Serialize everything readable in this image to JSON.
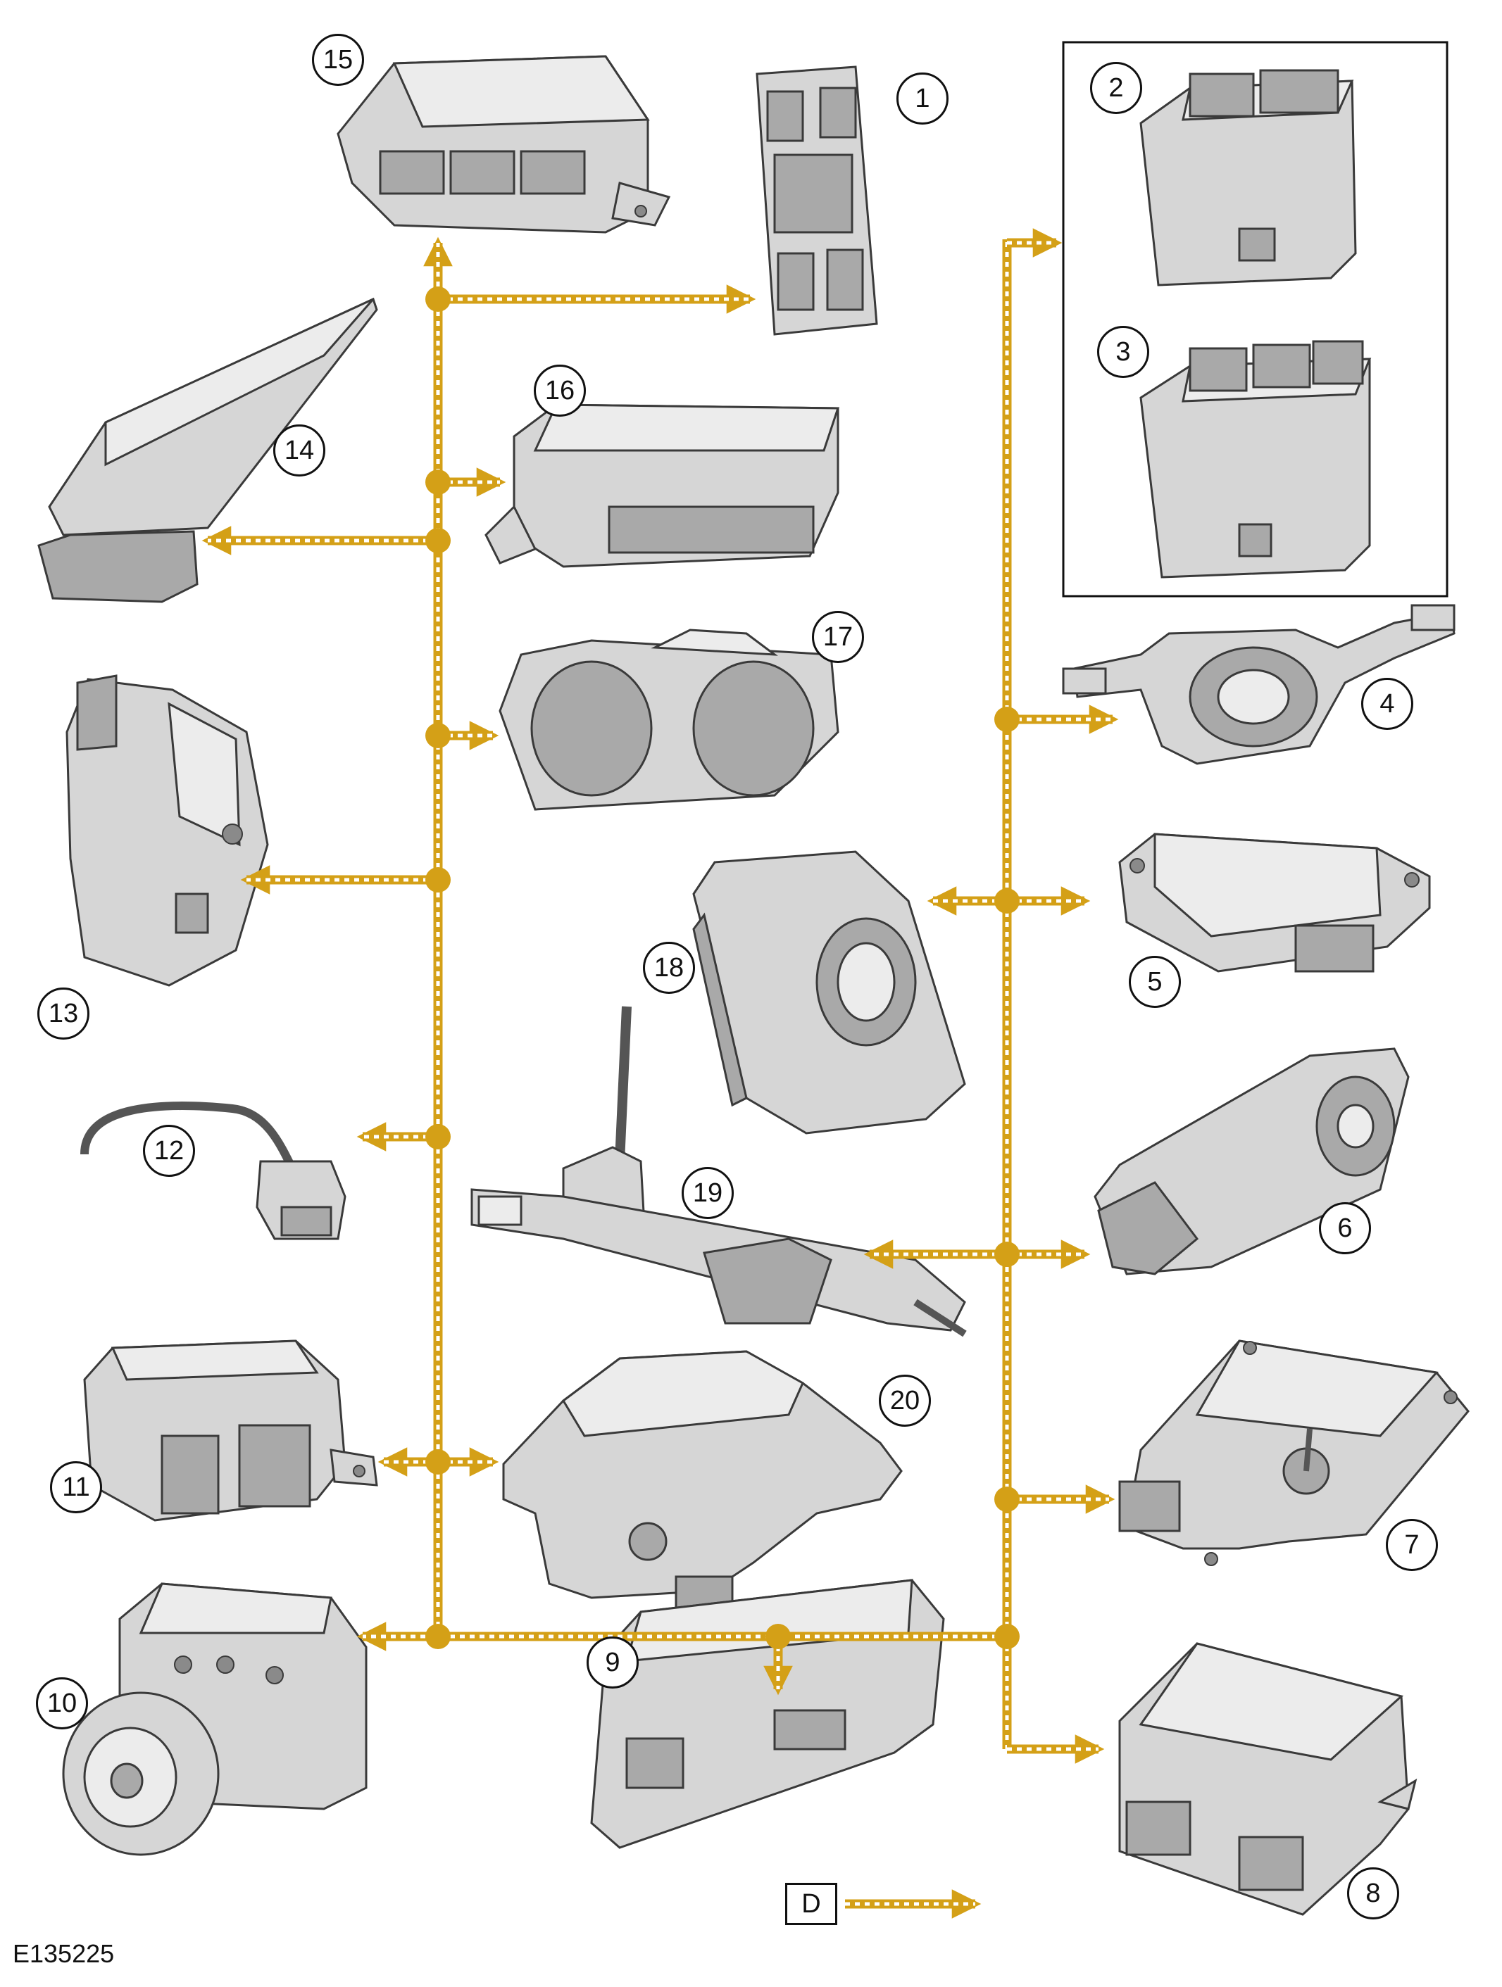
{
  "figure_id": "E135225",
  "key_label": "D",
  "callouts": [
    {
      "id": "1",
      "text": "1"
    },
    {
      "id": "2",
      "text": "2"
    },
    {
      "id": "3",
      "text": "3"
    },
    {
      "id": "4",
      "text": "4"
    },
    {
      "id": "5",
      "text": "5"
    },
    {
      "id": "6",
      "text": "6"
    },
    {
      "id": "7",
      "text": "7"
    },
    {
      "id": "8",
      "text": "8"
    },
    {
      "id": "9",
      "text": "9"
    },
    {
      "id": "10",
      "text": "10"
    },
    {
      "id": "11",
      "text": "11"
    },
    {
      "id": "12",
      "text": "12"
    },
    {
      "id": "13",
      "text": "13"
    },
    {
      "id": "14",
      "text": "14"
    },
    {
      "id": "15",
      "text": "15"
    },
    {
      "id": "16",
      "text": "16"
    },
    {
      "id": "17",
      "text": "17"
    },
    {
      "id": "18",
      "text": "18"
    },
    {
      "id": "19",
      "text": "19"
    },
    {
      "id": "20",
      "text": "20"
    }
  ],
  "colors": {
    "bus": "#d4a017",
    "bus_stripe": "#ffffff",
    "node": "#d4a017",
    "outline": "#111111"
  }
}
